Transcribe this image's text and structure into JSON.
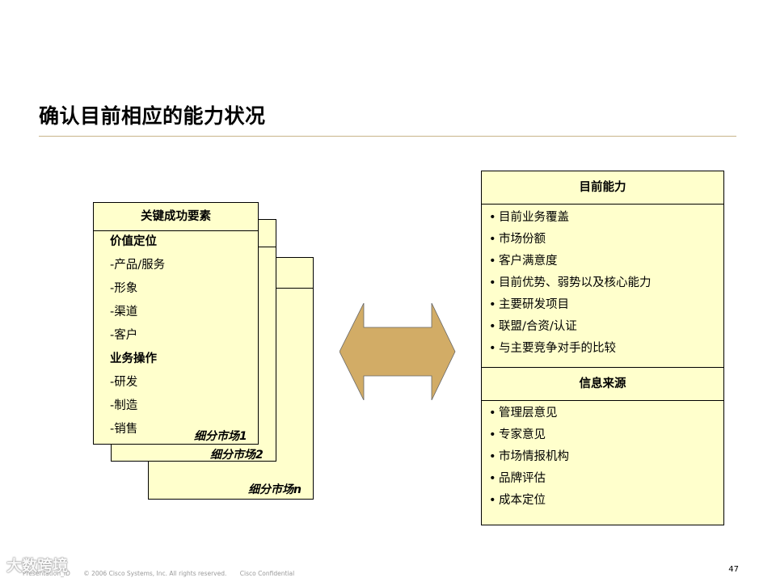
{
  "page": {
    "title": "确认目前相应的能力状况",
    "page_number": "47",
    "footer": {
      "presentation": "Presentation_ID",
      "copyright": "© 2006 Cisco Systems, Inc. All rights reserved.",
      "confidential": "Cisco Confidential"
    },
    "watermark": "大数跨境"
  },
  "colors": {
    "card_fill": "#ffffcc",
    "arrow_fill": "#d2ac66",
    "rule": "#c8b48a"
  },
  "segments": {
    "front": {
      "header": "关键成功要素",
      "items": [
        {
          "text": "价值定位",
          "bold": true
        },
        {
          "text": "-产品/服务",
          "bold": false
        },
        {
          "text": "-形象",
          "bold": false
        },
        {
          "text": "-渠道",
          "bold": false
        },
        {
          "text": "-客户",
          "bold": false
        },
        {
          "text": "业务操作",
          "bold": true
        },
        {
          "text": "-研发",
          "bold": false
        },
        {
          "text": "-制造",
          "bold": false
        },
        {
          "text": "-销售",
          "bold": false
        }
      ],
      "label": "细分市场1"
    },
    "middle_label": "细分市场2",
    "back_label": "细分市场n"
  },
  "capabilities": {
    "header": "目前能力",
    "items": [
      "目前业务覆盖",
      "市场份额",
      "客户满意度",
      "目前优势、弱势以及核心能力",
      "主要研发项目",
      "联盟/合资/认证",
      "与主要竞争对手的比较"
    ]
  },
  "sources": {
    "header": "信息来源",
    "items": [
      "管理层意见",
      "专家意见",
      "市场情报机构",
      "品牌评估",
      "成本定位"
    ]
  },
  "icons": {
    "arrow": "double-arrow-icon",
    "bullet": "•"
  }
}
